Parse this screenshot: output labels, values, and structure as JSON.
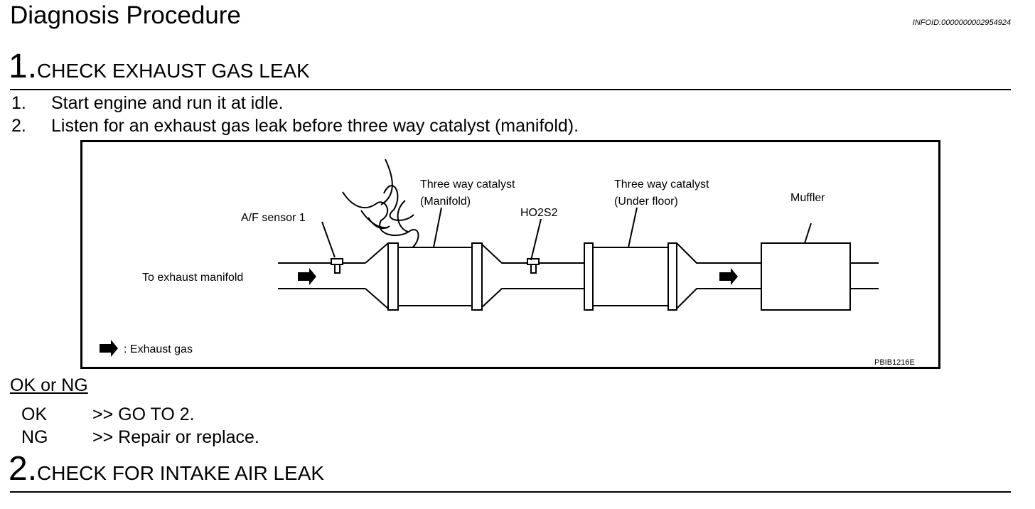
{
  "header": {
    "title": "Diagnosis Procedure",
    "info_id": "INFOID:0000000002954924"
  },
  "step1": {
    "number": "1.",
    "label": "CHECK EXHAUST GAS LEAK",
    "items": [
      {
        "n": "1.",
        "text": "Start engine and run it at idle."
      },
      {
        "n": "2.",
        "text": "Listen for an exhaust gas leak before three way catalyst (manifold)."
      }
    ]
  },
  "diagram": {
    "labels": {
      "af_sensor": "A/F sensor 1",
      "to_manifold": "To exhaust manifold",
      "twc_manifold_1": "Three way catalyst",
      "twc_manifold_2": "(Manifold)",
      "ho2s2": "HO2S2",
      "twc_floor_1": "Three way catalyst",
      "twc_floor_2": "(Under floor)",
      "muffler": "Muffler",
      "legend": ": Exhaust gas",
      "code": "PBIB1216E"
    }
  },
  "okng": {
    "heading": "OK or NG",
    "results": [
      {
        "key": "OK",
        "text": ">> GO TO 2."
      },
      {
        "key": "NG",
        "text": ">> Repair or replace."
      }
    ]
  },
  "step2": {
    "number": "2.",
    "label": "CHECK FOR INTAKE AIR LEAK"
  }
}
